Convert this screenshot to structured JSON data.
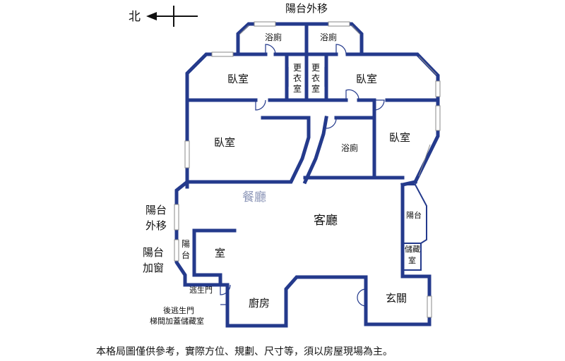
{
  "compass": {
    "label": "北"
  },
  "rooms": {
    "balcony_top": "陽台外移",
    "bath_left": "浴廁",
    "bath_right": "浴廁",
    "closet_left": [
      "更",
      "衣",
      "室"
    ],
    "closet_right": [
      "更",
      "衣",
      "室"
    ],
    "bedroom_top_left": "臥室",
    "bedroom_top_right": "臥室",
    "bedroom_mid_left": "臥室",
    "bath_mid": "浴廁",
    "bedroom_mid_right": "臥室",
    "dining": "餐廳",
    "living": "客廳",
    "balcony_left_1": [
      "陽台",
      "外移"
    ],
    "balcony_left_2": [
      "陽台",
      "加窗"
    ],
    "balcony_small": [
      "陽",
      "台"
    ],
    "room_small": "室",
    "balcony_right": "陽台",
    "storage_right": [
      "儲藏",
      "室"
    ],
    "escape_door": "逃生門",
    "rear_escape": [
      "後逃生門",
      "梯間加蓋儲藏室"
    ],
    "kitchen": "廚房",
    "entrance": "玄關"
  },
  "disclaimer": "本格局圖僅供參考，實際方位、規劃、尺寸等，須以房屋現場為主。"
}
